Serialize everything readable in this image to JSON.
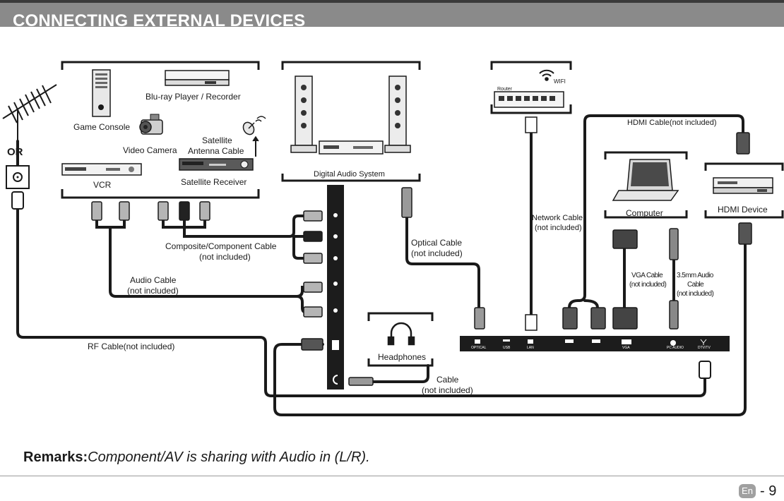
{
  "header": {
    "title": "CONNECTING EXTERNAL DEVICES"
  },
  "labels": {
    "or": "OR",
    "blu_ray": "Blu-ray Player / Recorder",
    "game_console": "Game Console",
    "video_camera": "Video Camera",
    "satellite_line1": "Satellite",
    "satellite_line2": "Antenna Cable",
    "vcr": "VCR",
    "satellite_receiver": "Satellite Receiver",
    "digital_audio_system": "Digital Audio System",
    "router": "Router",
    "wifi": "WIFI",
    "hdmi_cable": "HDMI Cable(not included)",
    "network_cable_line1": "Network Cable",
    "network_cable_line2": "(not included)",
    "computer": "Computer",
    "hdmi_device": "HDMI Device",
    "composite_line1": "Composite/Component Cable",
    "composite_line2": "(not included)",
    "optical_line1": "Optical Cable",
    "optical_line2": "(not included)",
    "vga_line1": "VGA Cable",
    "vga_line2": "(not included)",
    "audio35_line1": "3.5mm Audio",
    "audio35_line2": "Cable",
    "audio35_line3": "(not included)",
    "audio_cable_line1": "Audio Cable",
    "audio_cable_line2": "(not included)",
    "rf_cable": "RF Cable(not included)",
    "headphones": "Headphones",
    "cable_line1": "Cable",
    "cable_line2": "(not included)"
  },
  "port_labels": {
    "optical": "OPTICAL",
    "usb": "USB",
    "lan": "LAN",
    "vga": "VGA",
    "pc_audio": "PC AUDIO",
    "dtv": "DTV/TV"
  },
  "remarks": {
    "label": "Remarks:",
    "text": "Component/AV is sharing with Audio in (L/R)."
  },
  "footer": {
    "lang": "En",
    "page": "- 9"
  }
}
